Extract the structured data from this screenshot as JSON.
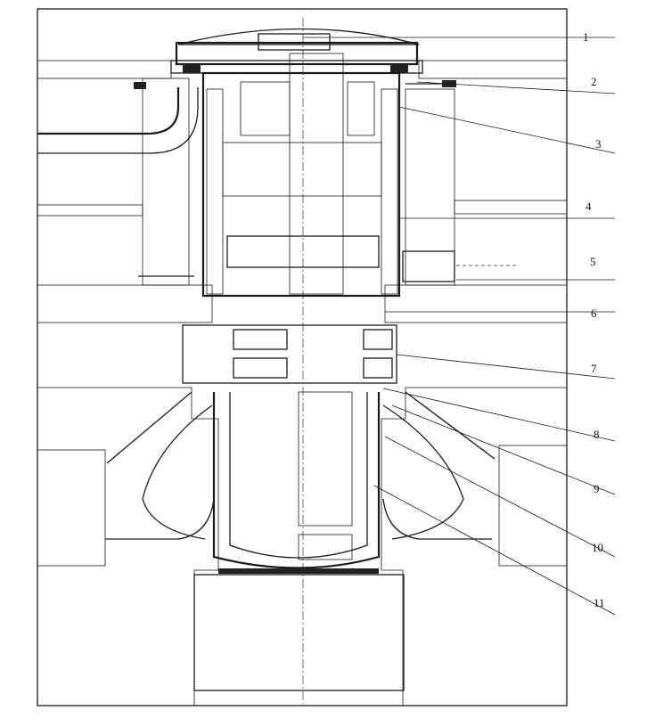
{
  "colors": {
    "ink": "#1a1a1a",
    "concrete": "#ffffff",
    "hatch": "#555555",
    "dark": "#222222",
    "sodium": "#d9d9d9"
  },
  "callouts": [
    {
      "id": "1",
      "label": "1"
    },
    {
      "id": "2",
      "label": "2"
    },
    {
      "id": "3",
      "label": "3"
    },
    {
      "id": "4",
      "label": "4"
    },
    {
      "id": "5",
      "label": "5"
    },
    {
      "id": "6",
      "label": "6"
    },
    {
      "id": "7",
      "label": "7"
    },
    {
      "id": "8",
      "label": "8"
    },
    {
      "id": "9",
      "label": "9"
    },
    {
      "id": "10",
      "label": "10"
    },
    {
      "id": "11",
      "label": "11"
    }
  ]
}
